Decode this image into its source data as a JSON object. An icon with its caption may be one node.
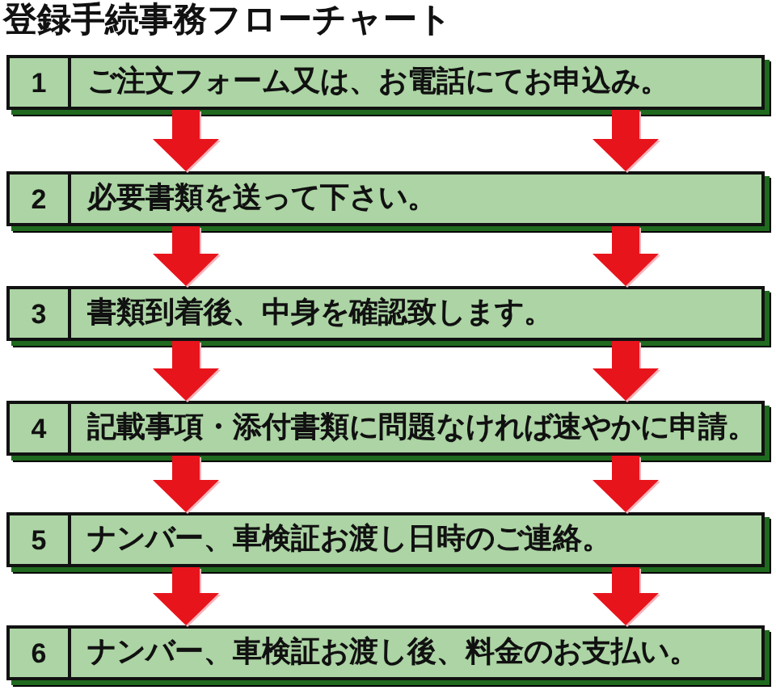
{
  "diagram": {
    "title": "登録手続事務フローチャート",
    "nodes": [
      {
        "text": [
          "1",
          "ご注文フォーム又は、お電話にてお申込み。"
        ]
      },
      {
        "text": [
          "2",
          "必要書類を送って下さい。"
        ]
      },
      {
        "text": [
          "3",
          "書類到着後、中身を確認致します。"
        ]
      },
      {
        "text": [
          "4",
          "記載事項・添付書類に問題なければ速やかに申請。"
        ]
      },
      {
        "text": [
          "5",
          "ナンバー、車検証お渡し日時のご連絡。"
        ]
      },
      {
        "text": [
          "6",
          "ナンバー、車検証お渡し後、料金のお支払い。"
        ]
      }
    ],
    "edges": [
      {
        "from": 0,
        "to": 1,
        "arrow": "to"
      },
      {
        "from": 0,
        "to": 1,
        "arrow": "to"
      },
      {
        "from": 1,
        "to": 2,
        "arrow": "to"
      },
      {
        "from": 1,
        "to": 2,
        "arrow": "to"
      },
      {
        "from": 2,
        "to": 3,
        "arrow": "to"
      },
      {
        "from": 2,
        "to": 3,
        "arrow": "to"
      },
      {
        "from": 3,
        "to": 4,
        "arrow": "to"
      },
      {
        "from": 3,
        "to": 4,
        "arrow": "to"
      },
      {
        "from": 4,
        "to": 5,
        "arrow": "to"
      },
      {
        "from": 4,
        "to": 5,
        "arrow": "to"
      }
    ]
  }
}
